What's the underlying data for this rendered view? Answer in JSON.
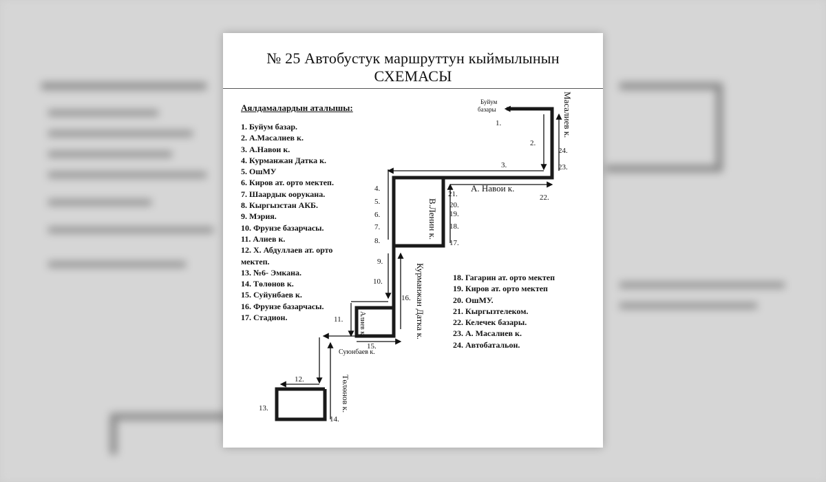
{
  "title_line1": "№ 25  Автобустук маршруттун кыймылынын",
  "title_line2": "СХЕМАСЫ",
  "legend_heading": "Аялдамалардын аталышы:",
  "stops_left": [
    "1. Буйум базар.",
    "2. А.Масалиев к.",
    "3. А.Навои к.",
    "4. Курманжан Датка к.",
    "5. ОшМУ",
    "6. Киров ат. орто мектеп.",
    "7. Шаардык оорукана.",
    "8. Кыргызстан АКБ.",
    "9. Мэрия.",
    "10. Фрунзе базарчасы.",
    "11. Алиев к.",
    "12. Х. Абдуллаев ат. орто",
    "мектеп.",
    "13. №6- Эмкана.",
    "14. Төлөнов к.",
    "15. Суйунбаев к.",
    "16. Фрунзе базарчасы.",
    "17. Стадион."
  ],
  "stops_right": [
    "18. Гагарин ат. орто мектеп",
    "19. Киров ат. орто мектеп",
    "20. ОшМУ.",
    "21. Кыргызтелеком.",
    "22. Келечек базары.",
    "23. А. Масалиев к.",
    "24. Автобатальон."
  ],
  "street_labels": {
    "buyum_line1": "Буйум",
    "buyum_line2": "базары",
    "masaliev": "Масалиев к.",
    "navoi": "А. Навои к.",
    "lenin": "В.Ленин к.",
    "kurmanjan": "Курманжан Датка к.",
    "aliev": "Алиев к.",
    "suyunbaev": "Суюнбаев к.",
    "tolonov": "Төлөнов к."
  },
  "stop_numbers": {
    "n1": "1.",
    "n2": "2.",
    "n3": "3.",
    "n4": "4.",
    "n5": "5.",
    "n6": "6.",
    "n7": "7.",
    "n8": "8.",
    "n9": "9.",
    "n10": "10.",
    "n11": "11.",
    "n12": "12.",
    "n13": "13.",
    "n14": "14.",
    "n15": "15.",
    "n16": "16.",
    "n17": "17.",
    "n18": "18.",
    "n19": "19.",
    "n20": "20.",
    "n21": "21.",
    "n22": "22.",
    "n23": "23.",
    "n24": "24."
  }
}
